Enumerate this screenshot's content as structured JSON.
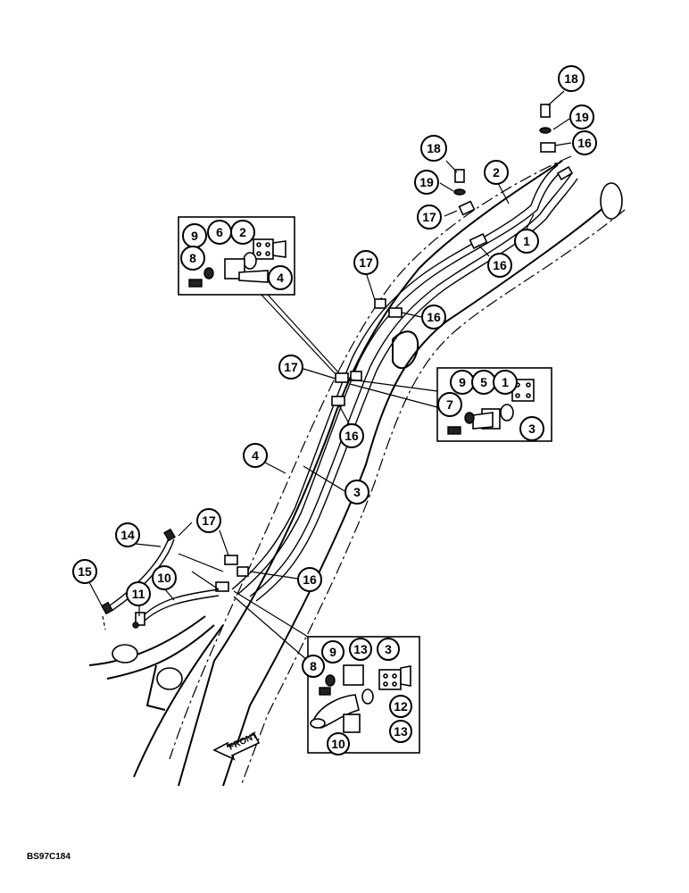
{
  "drawing": {
    "code": "BS97C184",
    "front_label": "FRONT"
  },
  "callouts": {
    "c18a": "18",
    "c19a": "19",
    "c16a": "16",
    "c18b": "18",
    "c19b": "19",
    "c17a": "17",
    "c2a": "2",
    "c1a": "1",
    "c16b": "16",
    "c9a": "9",
    "c6a": "6",
    "c2b": "2",
    "c8a": "8",
    "c4a": "4",
    "c17b": "17",
    "c16c": "16",
    "c17c": "17",
    "c9b": "9",
    "c5a": "5",
    "c1b": "1",
    "c7a": "7",
    "c3a": "3",
    "c16d": "16",
    "c4b": "4",
    "c3b": "3",
    "c14a": "14",
    "c17d": "17",
    "c16e": "16",
    "c10a": "10",
    "c15a": "15",
    "c11a": "11",
    "c9c": "9",
    "c13a": "13",
    "c3c": "3",
    "c8b": "8",
    "c12a": "12",
    "c10b": "10",
    "c13b": "13"
  }
}
